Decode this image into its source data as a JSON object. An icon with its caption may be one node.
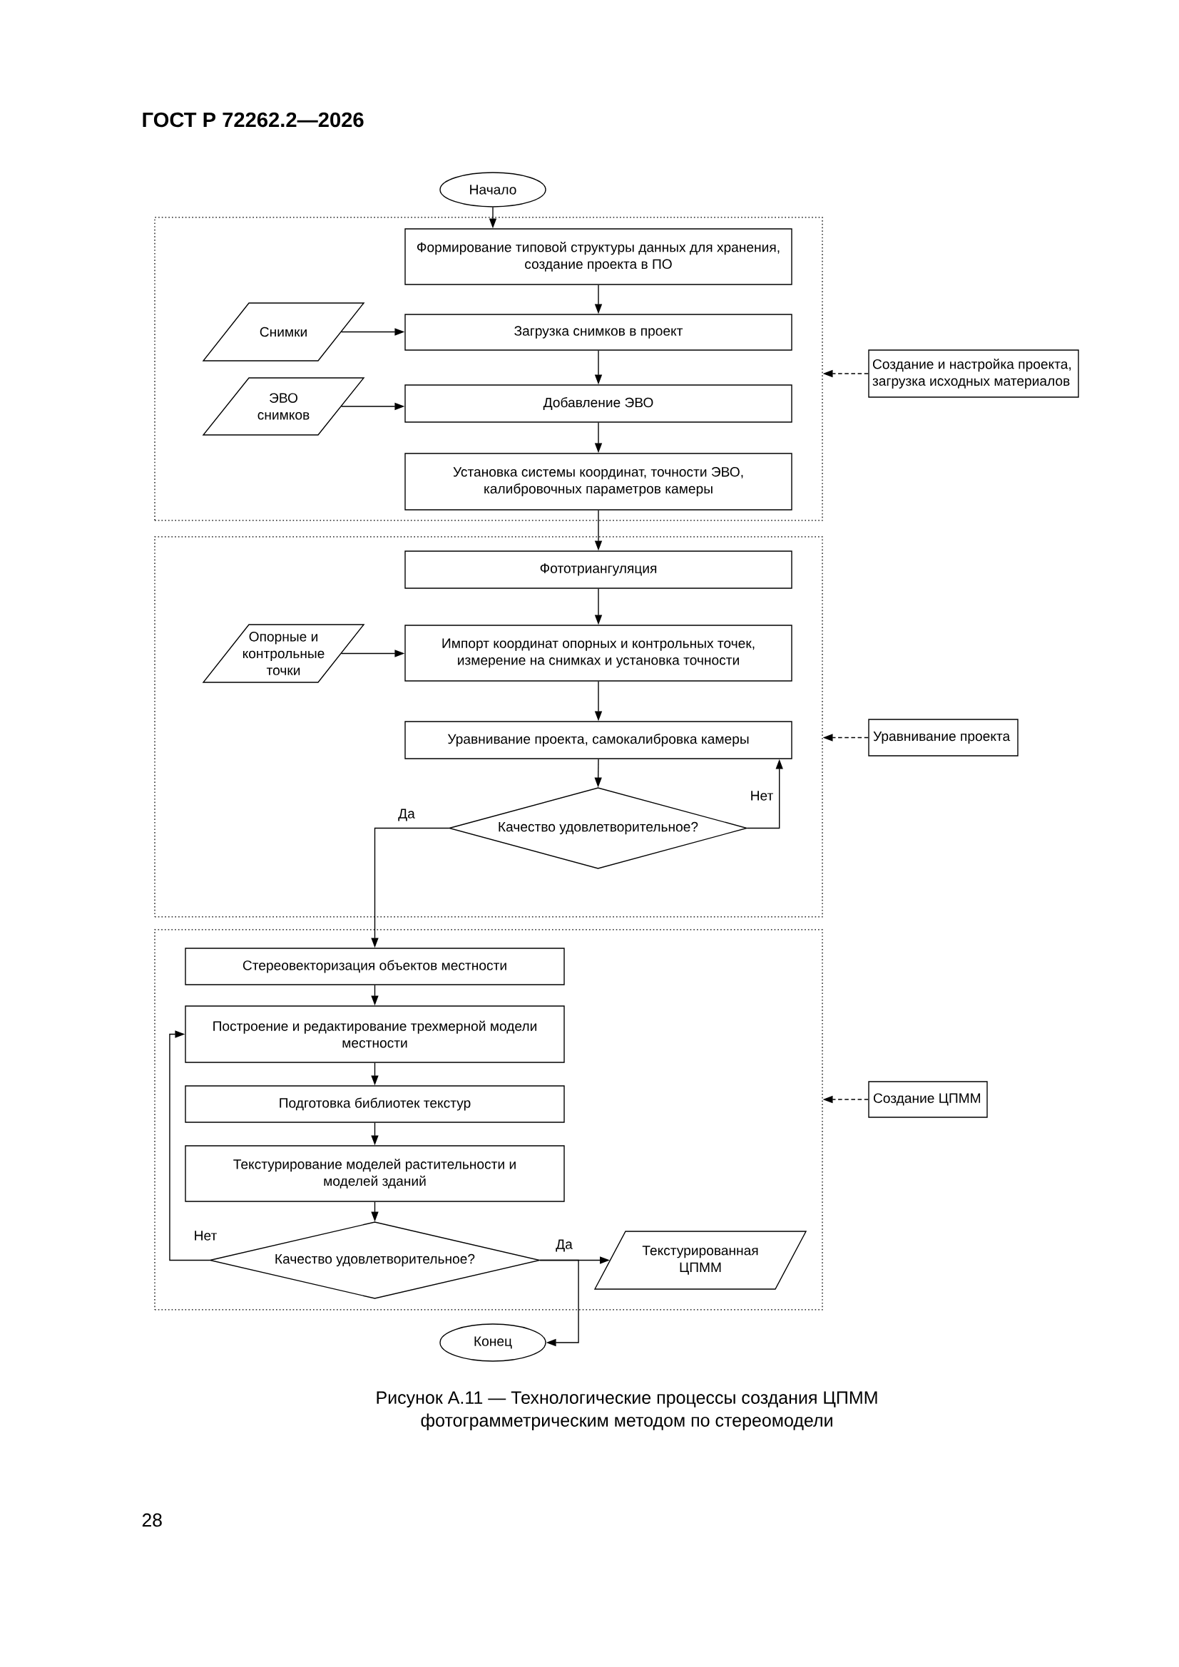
{
  "diagram": {
    "caption": "Рисунок А.11 — Технологические процессы создания ЦПММ фотограмметрическим методом по стереомодели",
    "nodes": [
      {
        "text": [
          "Начало"
        ]
      },
      {
        "text": [],
        "shape": "box"
      },
      {
        "text": [
          "Формирование типовой структуры данных для хранения, создание проекта в ПО"
        ],
        "in": 1
      },
      {
        "text": [
          "Снимки"
        ],
        "in": 1
      },
      {
        "text": [
          "Загрузка снимков в проект"
        ],
        "in": 1
      },
      {
        "text": [
          "ЭВО снимков"
        ],
        "in": 1
      },
      {
        "text": [
          "Добавление ЭВО"
        ],
        "in": 1
      },
      {
        "text": [
          "Установка системы координат, точности ЭВО, калибровочных параметров камеры"
        ],
        "in": 1
      },
      {
        "text": [
          "Создание и настройка проекта, загрузка исходных материалов"
        ]
      },
      {
        "text": [],
        "shape": "box"
      },
      {
        "text": [
          "Фототриангуляция"
        ],
        "in": 9
      },
      {
        "text": [
          "Опорные и контрольные точки"
        ],
        "in": 9
      },
      {
        "text": [
          "Импорт координат опорных и контрольных точек, измерение на снимках и установка точности"
        ],
        "in": 9
      },
      {
        "text": [
          "Уравнивание проекта, самокалибровка камеры"
        ],
        "in": 9
      },
      {
        "text": [
          "Качество удовлетворительное?"
        ],
        "in": 9
      },
      {
        "text": [
          "Уравнивание проекта"
        ]
      },
      {
        "text": [],
        "shape": "box"
      },
      {
        "text": [
          "Стереовекторизация объектов местности"
        ],
        "in": 16
      },
      {
        "text": [
          "Построение и редактирование трехмерной модели местности"
        ],
        "in": 16
      },
      {
        "text": [
          "Подготовка библиотек текстур"
        ],
        "in": 16
      },
      {
        "text": [
          "Текстурирование моделей растительности и моделей зданий"
        ],
        "in": 16
      },
      {
        "text": [
          "Качество удовлетворительное?"
        ],
        "in": 16
      },
      {
        "text": [
          "Текстурированная ЦПММ"
        ],
        "in": 16
      },
      {
        "text": [
          "Создание ЦПММ"
        ]
      },
      {
        "text": [
          "Конец"
        ]
      }
    ],
    "edges": [
      {
        "from": 0,
        "to": 2,
        "arrow": "to"
      },
      {
        "from": 3,
        "to": 4,
        "arrow": "to"
      },
      {
        "from": 2,
        "to": 4,
        "arrow": "to"
      },
      {
        "from": 5,
        "to": 6,
        "arrow": "to"
      },
      {
        "from": 4,
        "to": 6,
        "arrow": "to"
      },
      {
        "from": 6,
        "to": 7,
        "arrow": "to"
      },
      {
        "from": 8,
        "to": 1,
        "arrow": "to",
        "style": "dashed"
      },
      {
        "from": 7,
        "to": 10,
        "arrow": "to"
      },
      {
        "from": 10,
        "to": 12,
        "arrow": "to"
      },
      {
        "from": 11,
        "to": 12,
        "arrow": "to"
      },
      {
        "from": 12,
        "to": 13,
        "arrow": "to"
      },
      {
        "from": 13,
        "to": 14,
        "arrow": "to"
      },
      {
        "from": 14,
        "to": 13,
        "arrow": "to",
        "label": "Нет"
      },
      {
        "from": 14,
        "to": 17,
        "arrow": "to",
        "label": "Да"
      },
      {
        "from": 15,
        "to": 9,
        "arrow": "to",
        "style": "dashed"
      },
      {
        "from": 17,
        "to": 18,
        "arrow": "to"
      },
      {
        "from": 18,
        "to": 19,
        "arrow": "to"
      },
      {
        "from": 19,
        "to": 20,
        "arrow": "to"
      },
      {
        "from": 20,
        "to": 21,
        "arrow": "to"
      },
      {
        "from": 21,
        "to": 18,
        "arrow": "to",
        "label": "Нет"
      },
      {
        "from": 21,
        "to": 22,
        "arrow": "to",
        "label": "Да"
      },
      {
        "from": 21,
        "to": 24,
        "arrow": "to"
      },
      {
        "from": 23,
        "to": 16,
        "arrow": "to",
        "style": "dashed"
      }
    ],
    "labels": [
      "ГОСТ Р 72262.2—2026",
      "28"
    ]
  }
}
